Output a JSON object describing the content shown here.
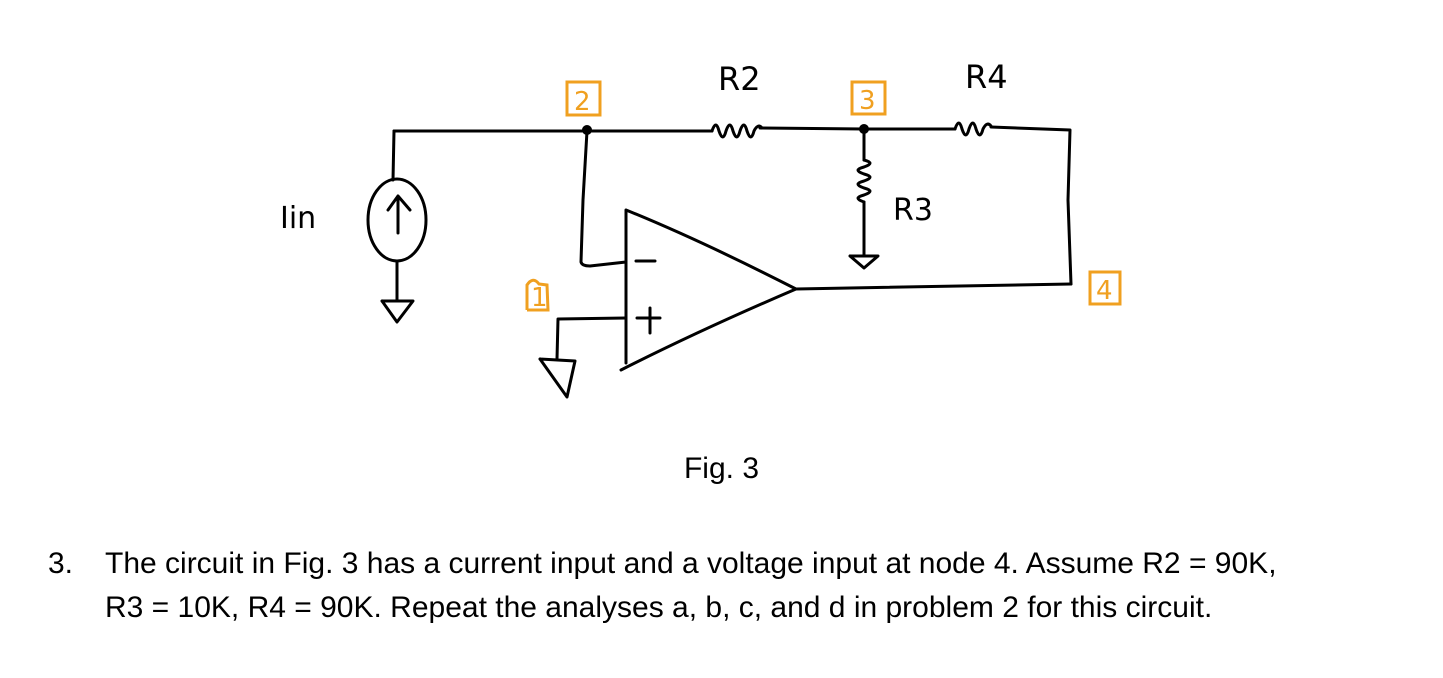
{
  "figure": {
    "caption": "Fig. 3",
    "labels": {
      "source": "Iin",
      "r2": "R2",
      "r3": "R3",
      "r4": "R4",
      "opamp_minus": "−",
      "opamp_plus": "+"
    },
    "nodes": [
      {
        "id": "1",
        "label": "1"
      },
      {
        "id": "2",
        "label": "2"
      },
      {
        "id": "3",
        "label": "3"
      },
      {
        "id": "4",
        "label": "4"
      }
    ],
    "colors": {
      "node_label": "#f0a020",
      "ink": "#000000"
    }
  },
  "problem": {
    "number": "3.",
    "lines": [
      "The circuit in Fig. 3 has a current input and a voltage input at node 4. Assume R2 = 90K,",
      "R3 = 10K, R4 = 90K. Repeat the analyses a, b, c, and d in problem 2 for this circuit."
    ]
  }
}
